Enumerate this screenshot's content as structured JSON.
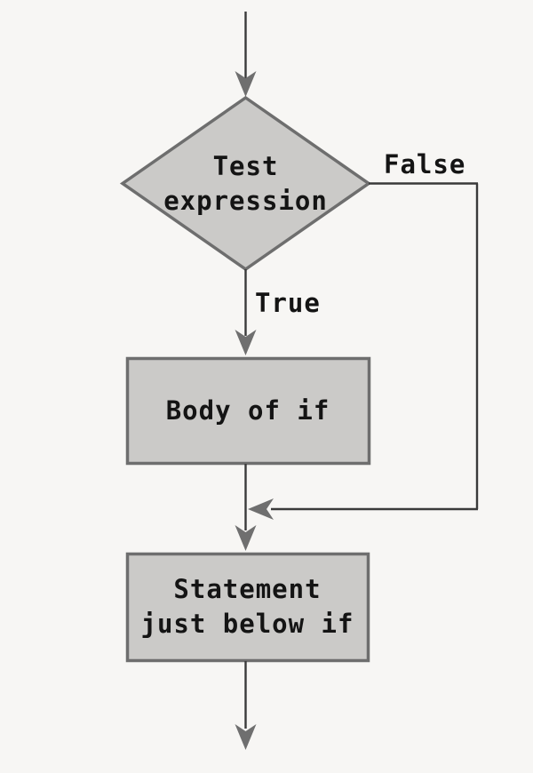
{
  "colors": {
    "background": "#f7f6f4",
    "node_fill": "#cbcac8",
    "node_border": "#6e6e6e",
    "connector": "#3a3a3a",
    "arrowhead": "#6f6f6f",
    "text": "#141414"
  },
  "flowchart": {
    "decision": {
      "label": "Test expression",
      "shape": "diamond"
    },
    "branch_true": {
      "label": "True"
    },
    "branch_false": {
      "label": "False"
    },
    "process_body": {
      "label": "Body of if",
      "shape": "rectangle"
    },
    "process_next": {
      "label": "Statement just below if",
      "shape": "rectangle"
    }
  }
}
